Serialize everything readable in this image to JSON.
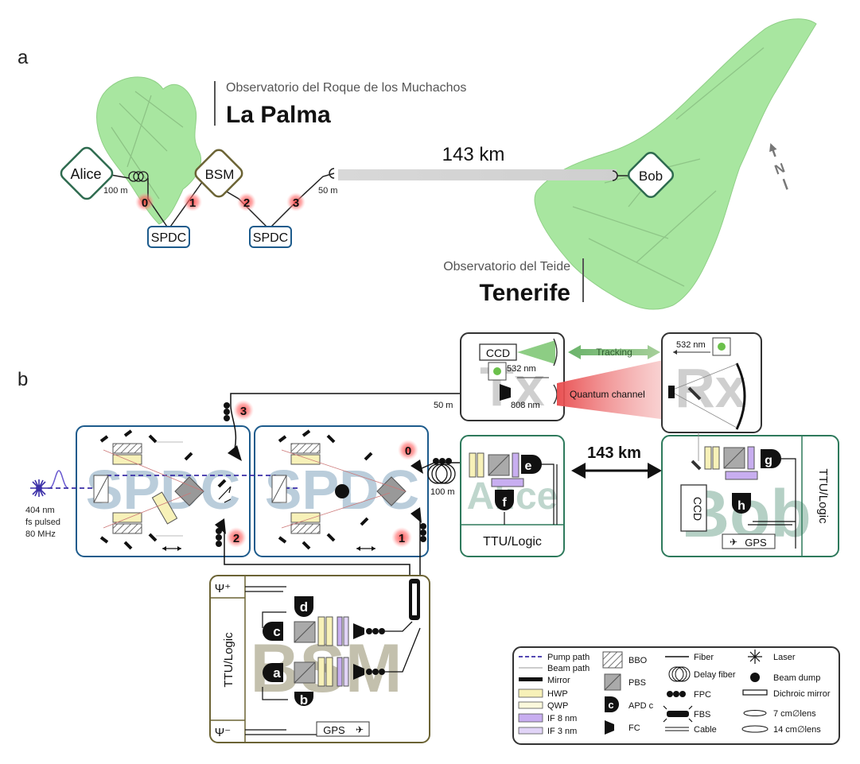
{
  "panel_a": {
    "label": "a",
    "la_palma": {
      "observatory": "Observatorio del Roque de los Muchachos",
      "name": "La Palma"
    },
    "tenerife": {
      "observatory": "Observatorio del Teide",
      "name": "Tenerife"
    },
    "distance": "143 km",
    "nodes": {
      "alice": "Alice",
      "bsm": "BSM",
      "bob": "Bob",
      "spdc1": "SPDC",
      "spdc2": "SPDC"
    },
    "fiber_labels": {
      "alice_fiber": "100 m",
      "link_fiber": "50 m"
    },
    "photon_numbers": [
      "0",
      "1",
      "2",
      "3"
    ],
    "compass": "N"
  },
  "panel_b": {
    "label": "b",
    "laser": {
      "wavelength": "404 nm",
      "mode": "fs pulsed",
      "rate": "80 MHz"
    },
    "spdc_watermark": "SPDC",
    "tx": {
      "watermark": "Tx",
      "ccd": "CCD",
      "beacon": "532 nm",
      "signal": "808 nm",
      "fiber": "50 m"
    },
    "rx": {
      "watermark": "Rx",
      "beacon": "532 nm"
    },
    "tracking": "Tracking",
    "quantum_channel": "Quantum channel",
    "alice": {
      "watermark": "Alice",
      "fiber": "100 m",
      "logic": "TTU/Logic",
      "detectors": [
        "e",
        "f"
      ]
    },
    "bob": {
      "watermark": "Bob",
      "ccd": "CCD",
      "logic": "TTU/Logic",
      "gps": "GPS",
      "detectors": [
        "g",
        "h"
      ]
    },
    "distance": "143 km",
    "bsm": {
      "watermark": "BSM",
      "logic": "TTU/Logic",
      "gps": "GPS",
      "psi_plus": "Ψ⁺",
      "psi_minus": "Ψ⁻",
      "detectors": [
        "a",
        "b",
        "c",
        "d"
      ]
    },
    "photon_numbers": [
      "0",
      "1",
      "2",
      "3"
    ]
  },
  "legend": {
    "col1": [
      "Pump path",
      "Beam path",
      "Mirror",
      "HWP",
      "QWP",
      "IF 8 nm",
      "IF 3 nm"
    ],
    "col2": [
      "BBO",
      "PBS",
      "APD c",
      "FC"
    ],
    "col2_apd_letter": "c",
    "col3": [
      "Fiber",
      "Delay fiber",
      "FPC",
      "FBS",
      "Cable"
    ],
    "col4": [
      "Laser",
      "Beam dump",
      "Dichroic mirror",
      "7 cm∅lens",
      "14 cm∅lens"
    ]
  },
  "colors": {
    "island": "#a8e6a0",
    "spdc_box": "#1d5b8c",
    "alice_box": "#2e7a5c",
    "bsm_box": "#6b6334",
    "dark_box": "#333333",
    "photon_badge": "#e34a4a",
    "pump": "#3b2fa8",
    "hwp": "#f7f1b8",
    "if_filter": "#c8aef0"
  }
}
